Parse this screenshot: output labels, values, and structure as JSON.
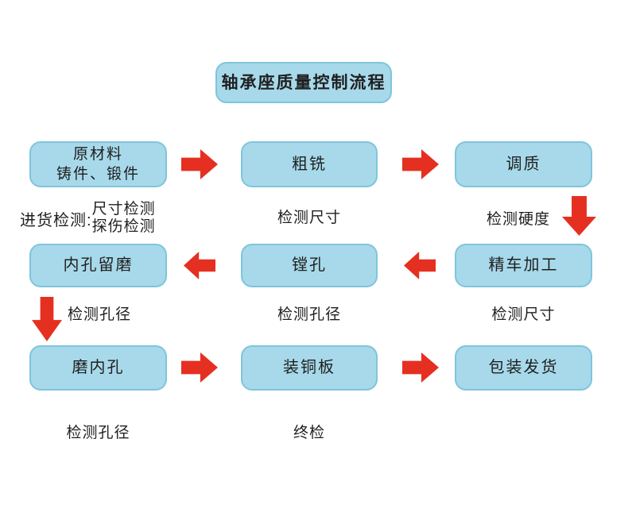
{
  "title": "轴承座质量控制流程",
  "colors": {
    "background": "#ffffff",
    "box_fill": "#a7d9ea",
    "box_border": "#7fc5db",
    "arrow_red": "#e53021",
    "text": "#1f1f1f"
  },
  "icons": {
    "arrow_right": "red right-pointing block arrow (css polygon)",
    "arrow_left": "red left-pointing block arrow (css polygon)",
    "arrow_down": "red down-pointing block arrow (css polygon)"
  },
  "flow": {
    "row1": {
      "box1_line1": "原材料",
      "box1_line2": "铸件、锻件",
      "box2": "粗铣",
      "box3": "调质",
      "incoming_prefix": "进货检测:",
      "incoming_item1": "尺寸检测",
      "incoming_item2": "探伤检测",
      "label_box2": "检测尺寸",
      "label_box3": "检测硬度"
    },
    "row2": {
      "box1": "内孔留磨",
      "box2": "镗孔",
      "box3": "精车加工",
      "label_box1": "检测孔径",
      "label_box2": "检测孔径",
      "label_box3": "检测尺寸"
    },
    "row3": {
      "box1": "磨内孔",
      "box2": "装铜板",
      "box3": "包装发货",
      "label_box1": "检测孔径",
      "label_box2": "终检"
    }
  }
}
